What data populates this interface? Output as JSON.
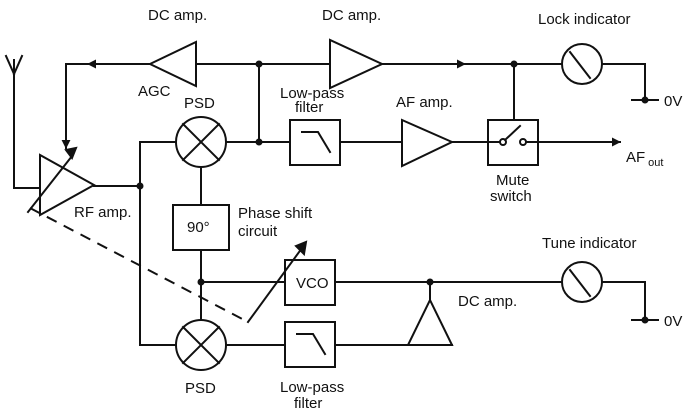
{
  "colors": {
    "ink": "#111111",
    "background": "#ffffff"
  },
  "labels": {
    "dc_amp_agc": "DC amp.",
    "dc_amp_lock": "DC amp.",
    "lock_indicator": "Lock indicator",
    "agc": "AGC",
    "psd_top": "PSD",
    "lowpass_top_1": "Low-pass",
    "lowpass_top_2": "filter",
    "af_amp": "AF amp.",
    "zero_volts_top": "0V",
    "af_out": "AF",
    "af_out_sub": "out",
    "mute_1": "Mute",
    "mute_2": "switch",
    "rf_amp": "RF amp.",
    "phase_block": "90°",
    "phase_shift_1": "Phase shift",
    "phase_shift_2": "circuit",
    "tune_indicator": "Tune indicator",
    "vco": "VCO",
    "dc_amp_tune": "DC amp.",
    "zero_volts_bottom": "0V",
    "psd_bottom": "PSD",
    "lowpass_bottom_1": "Low-pass",
    "lowpass_bottom_2": "filter"
  }
}
